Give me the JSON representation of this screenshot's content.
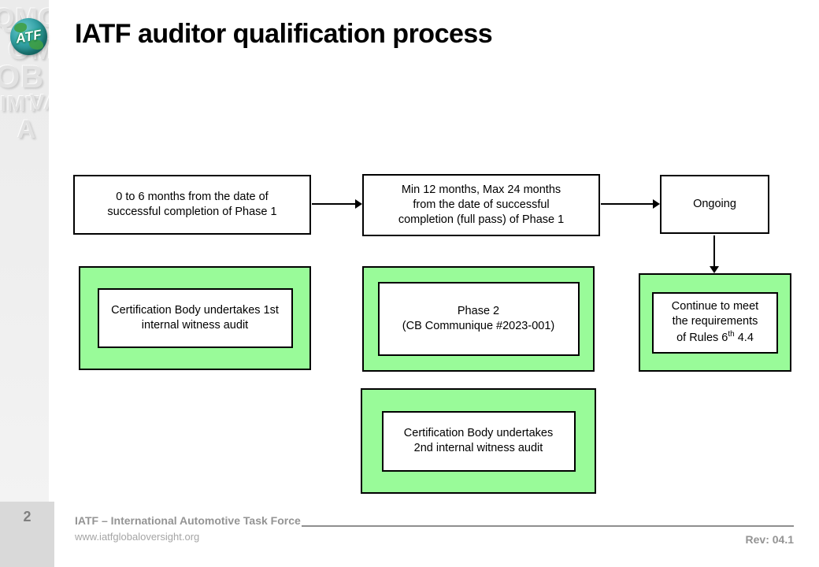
{
  "slide": {
    "title": "IATF auditor qualification process",
    "page_number": "2",
    "logo_text": "ATF",
    "watermark_letters": [
      "QMC",
      "OM",
      "OB",
      "IMT",
      "VA",
      "A"
    ]
  },
  "diagram": {
    "colors": {
      "highlight_green": "#99fb99",
      "border": "#000000"
    },
    "timing_row": {
      "phase1_box": {
        "line1": "0 to 6 months from the date of",
        "line2": "successful completion of Phase 1"
      },
      "phase2_box": {
        "line1": "Min 12 months, Max 24 months",
        "line2": "from the date of successful",
        "line3": "completion (full pass) of Phase 1"
      },
      "ongoing_box": {
        "label": "Ongoing"
      }
    },
    "activity_row": {
      "first_witness_box": {
        "line1": "Certification Body undertakes 1st",
        "line2": "internal witness audit"
      },
      "phase2_activity_box": {
        "line1": "Phase 2",
        "line2": "(CB Communique #2023-001)"
      },
      "rules_box": {
        "line1": "Continue to meet",
        "line2": "the requirements",
        "line3_pre": "of Rules 6",
        "line3_sup": "th",
        "line3_post": " 4.4"
      }
    },
    "second_witness_box": {
      "line1": "Certification Body undertakes",
      "line2": "2nd internal witness audit"
    }
  },
  "footer": {
    "org_name": "IATF – International Automotive Task Force",
    "website": "www.iatfgloباloversight.org",
    "website_fixed": "www.iatfglobaloversight.org",
    "revision": "Rev: 04.1"
  }
}
